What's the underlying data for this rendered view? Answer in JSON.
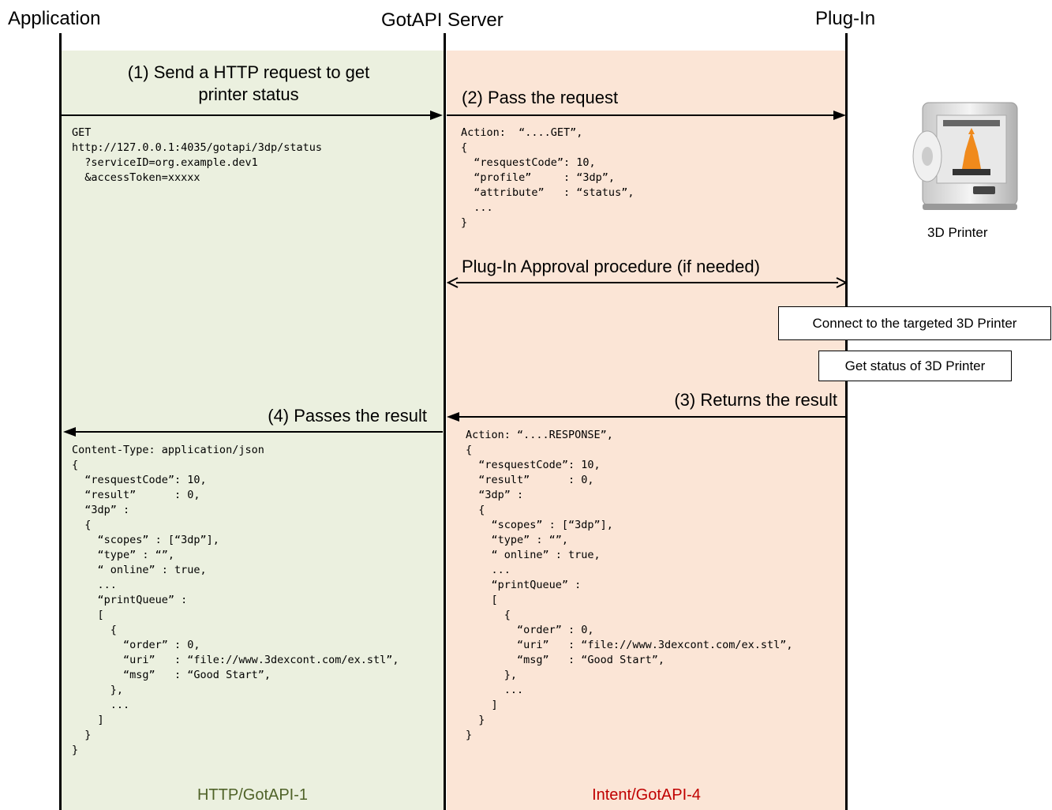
{
  "columns": {
    "application": "Application",
    "server": "GotAPI Server",
    "plugin": "Plug-In"
  },
  "colors": {
    "http_panel": "#ebf0df",
    "intent_panel": "#fbe5d6",
    "http_footer": "#4f6228",
    "intent_footer": "#c00000"
  },
  "steps": {
    "step1": "(1) Send a HTTP request to get\nprinter status",
    "step2": "(2) Pass the request",
    "approval": "Plug-In Approval procedure (if needed)",
    "connect": "Connect to the targeted 3D Printer",
    "get_status": "Get status of 3D Printer",
    "step3": "(3) Returns the result",
    "step4": "(4) Passes the result"
  },
  "code": {
    "http_request": "GET\nhttp://127.0.0.1:4035/gotapi/3dp/status\n  ?serviceID=org.example.dev1\n  &accessToken=xxxxx",
    "intent_request": "Action:  “....GET”,\n{\n  “resquestCode”: 10,\n  “profile”     : “3dp”,\n  “attribute”   : “status”,\n  ...\n}",
    "intent_response": "Action: “....RESPONSE”,\n{\n  “resquestCode”: 10,\n  “result”      : 0,\n  “3dp” :\n  {\n    “scopes” : [“3dp”],\n    “type” : “”,\n    “ online” : true,\n    ...\n    “printQueue” :\n    [\n      {\n        “order” : 0,\n        “uri”   : “file://www.3dexcont.com/ex.stl”,\n        “msg”   : “Good Start”,\n      },\n      ...\n    ]\n  }\n}",
    "http_response": "Content-Type: application/json\n{\n  “resquestCode”: 10,\n  “result”      : 0,\n  “3dp” :\n  {\n    “scopes” : [“3dp”],\n    “type” : “”,\n    “ online” : true,\n    ...\n    “printQueue” :\n    [\n      {\n        “order” : 0,\n        “uri”   : “file://www.3dexcont.com/ex.stl”,\n        “msg”   : “Good Start”,\n      },\n      ...\n    ]\n  }\n}"
  },
  "printer": {
    "caption": "3D Printer",
    "icon": "3d-printer-image"
  },
  "footers": {
    "http": "HTTP/GotAPI-1",
    "intent": "Intent/GotAPI-4"
  }
}
